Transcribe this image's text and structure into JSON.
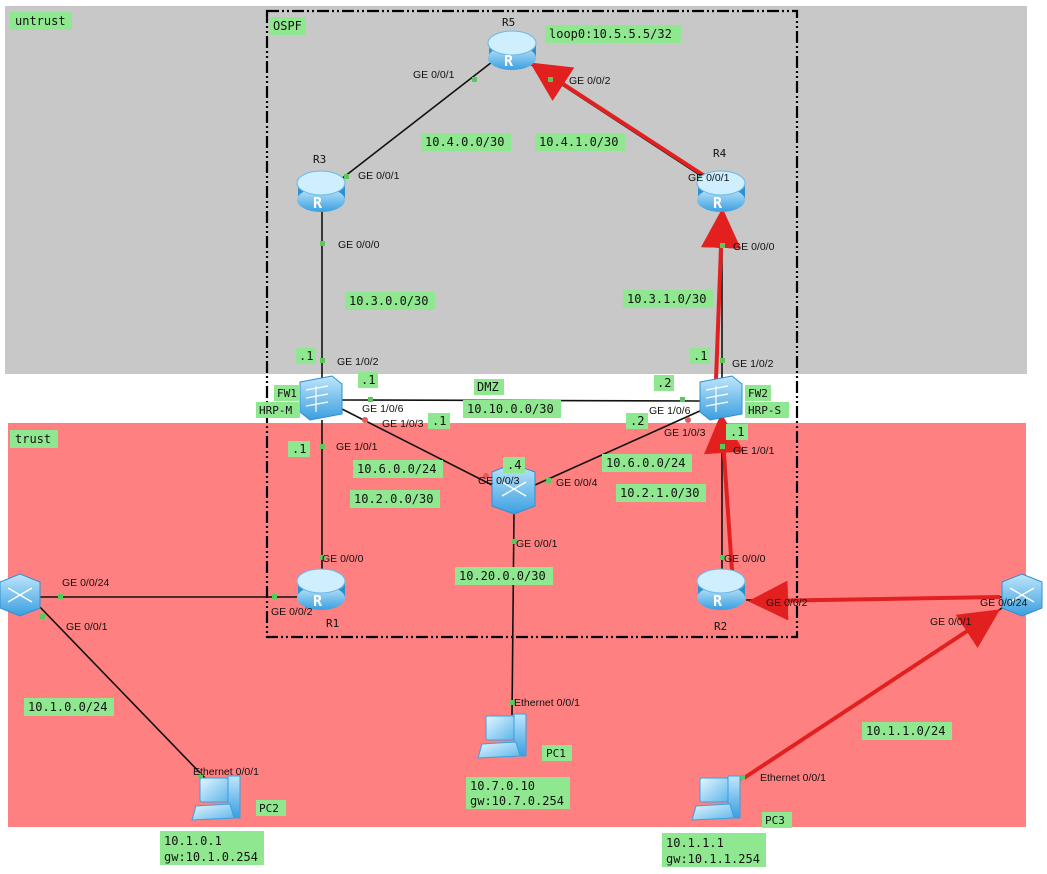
{
  "zones": {
    "untrust": "untrust",
    "trust": "trust",
    "ospf": "OSPF"
  },
  "colors": {
    "untrust": "#c8c8c8",
    "trust": "#ff8080",
    "label_bg": "#8fe88f",
    "arrow": "#e32020",
    "device_blue": "#4fb0e8",
    "port_dot": "#5cc85c"
  },
  "devices": {
    "r5": "R5",
    "r3": "R3",
    "r4": "R4",
    "fw1": "FW1",
    "fw1_role": "HRP-M",
    "fw2": "FW2",
    "fw2_role": "HRP-S",
    "r1": "R1",
    "r2": "R2",
    "pc1": "PC1",
    "pc2": "PC2",
    "pc3": "PC3"
  },
  "labels": {
    "r5_loop": "loop0:10.5.5.5/32",
    "net_r5_r3": "10.4.0.0/30",
    "net_r5_r4": "10.4.1.0/30",
    "net_r3_fw1": "10.3.0.0/30",
    "net_r4_fw2": "10.3.1.0/30",
    "dmz": "DMZ",
    "net_dmz": "10.10.0.0/30",
    "net_fw1_sw": "10.6.0.0/24",
    "net_fw2_sw": "10.6.0.0/24",
    "net_fw1_r1": "10.2.0.0/30",
    "net_fw2_r2": "10.2.1.0/30",
    "net_sw_pc1": "10.20.0.0/30",
    "net_left_pc2": "10.1.0.0/24",
    "net_right_pc3": "10.1.1.0/24",
    "pc1_ip": "10.7.0.10",
    "pc1_gw": "gw:10.7.0.254",
    "pc2_ip": "10.1.0.1",
    "pc2_gw": "gw:10.1.0.254",
    "pc3_ip": "10.1.1.1",
    "pc3_gw": "gw:10.1.1.254",
    "fw1_g102_ip": ".1",
    "fw1_g106_ip": ".1",
    "fw1_g103_ip": ".1",
    "fw1_g101_ip": ".1",
    "fw2_g102_ip": ".1",
    "fw2_g106_ip": ".2",
    "fw2_g103_ip": ".2",
    "fw2_g101_ip": ".1",
    "sw_ip": ".4"
  },
  "ports": {
    "r5_g001": "GE 0/0/1",
    "r5_g002": "GE 0/0/2",
    "r3_g001": "GE 0/0/1",
    "r3_g000": "GE 0/0/0",
    "r4_g001": "GE 0/0/1",
    "r4_g000": "GE 0/0/0",
    "fw1_g102": "GE 1/0/2",
    "fw1_g106": "GE 1/0/6",
    "fw1_g103": "GE 1/0/3",
    "fw1_g101": "GE 1/0/1",
    "fw2_g102": "GE 1/0/2",
    "fw2_g106": "GE 1/0/6",
    "fw2_g103": "GE 1/0/3",
    "fw2_g101": "GE 1/0/1",
    "sw_g003": "GE 0/0/3",
    "sw_g004": "GE 0/0/4",
    "sw_g001": "GE 0/0/1",
    "r1_g000": "GE 0/0/0",
    "r1_g002": "GE 0/0/2",
    "r2_g000": "GE 0/0/0",
    "r2_g002": "GE 0/0/2",
    "lsw_g0024": "GE 0/0/24",
    "lsw_g001": "GE 0/0/1",
    "rsw_g0024": "GE 0/0/24",
    "rsw_g001": "GE 0/0/1",
    "pc1_eth": "Ethernet 0/0/1",
    "pc2_eth": "Ethernet 0/0/1",
    "pc3_eth": "Ethernet 0/0/1"
  }
}
